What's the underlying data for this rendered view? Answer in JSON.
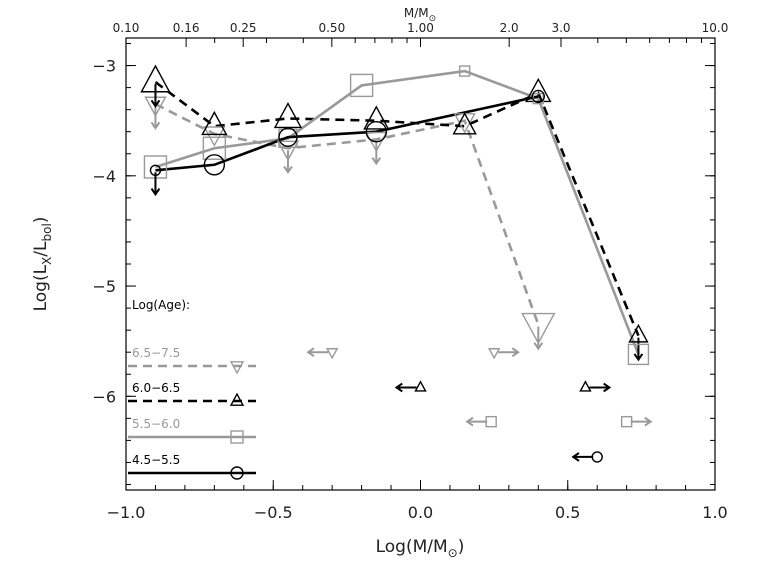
{
  "chart_data": {
    "type": "line",
    "xlabel": "Log(M/M",
    "xlabel_sub": "⊙",
    "xlabel_close": ")",
    "ylabel": "Log(L",
    "ylabel_sub1": "X",
    "ylabel_mid": "/L",
    "ylabel_sub2": "bol",
    "ylabel_close": ")",
    "top_axis_label": "M/M",
    "top_axis_label_sub": "⊙",
    "xlim": [
      -1.0,
      1.0
    ],
    "ylim": [
      -6.85,
      -2.75
    ],
    "x_ticks": [
      {
        "value": -1.0,
        "label": "−1.0"
      },
      {
        "value": -0.5,
        "label": "−0.5"
      },
      {
        "value": 0.0,
        "label": "0.0"
      },
      {
        "value": 0.5,
        "label": "0.5"
      },
      {
        "value": 1.0,
        "label": "1.0"
      }
    ],
    "y_ticks": [
      {
        "value": -3,
        "label": "−3"
      },
      {
        "value": -4,
        "label": "−4"
      },
      {
        "value": -5,
        "label": "−5"
      },
      {
        "value": -6,
        "label": "−6"
      }
    ],
    "top_ticks": [
      {
        "mass": 0.1,
        "label": "0.10"
      },
      {
        "mass": 0.16,
        "label": "0.16"
      },
      {
        "mass": 0.25,
        "label": "0.25"
      },
      {
        "mass": 0.5,
        "label": "0.50"
      },
      {
        "mass": 1.0,
        "label": "1.00"
      },
      {
        "mass": 2.0,
        "label": "2.0"
      },
      {
        "mass": 3.0,
        "label": "3.0"
      },
      {
        "mass": 10.0,
        "label": "10.0"
      }
    ],
    "legend_title": "Log(Age):",
    "series": [
      {
        "name": "6.5−7.5",
        "color": "#999999",
        "dash": true,
        "marker": "triangle-down",
        "points": [
          {
            "x": -0.9,
            "y": -3.35,
            "s": 10,
            "upper": true
          },
          {
            "x": -0.7,
            "y": -3.62,
            "s": 10
          },
          {
            "x": -0.45,
            "y": -3.75,
            "s": 10,
            "upper": true
          },
          {
            "x": -0.15,
            "y": -3.67,
            "s": 10,
            "upper": true
          },
          {
            "x": 0.15,
            "y": -3.5,
            "s": 10
          },
          {
            "x": 0.4,
            "y": -5.35,
            "s": 16,
            "upper": true
          }
        ]
      },
      {
        "name": "6.0−6.5",
        "color": "#000000",
        "dash": true,
        "marker": "triangle-up",
        "points": [
          {
            "x": -0.9,
            "y": -3.15,
            "s": 14,
            "upper": true
          },
          {
            "x": -0.7,
            "y": -3.55,
            "s": 12
          },
          {
            "x": -0.45,
            "y": -3.48,
            "s": 13
          },
          {
            "x": -0.15,
            "y": -3.5,
            "s": 12
          },
          {
            "x": 0.15,
            "y": -3.55,
            "s": 11
          },
          {
            "x": 0.4,
            "y": -3.25,
            "s": 12
          },
          {
            "x": 0.74,
            "y": -5.45,
            "s": 9,
            "upper": true
          }
        ]
      },
      {
        "name": "5.5−6.0",
        "color": "#999999",
        "dash": false,
        "marker": "square",
        "points": [
          {
            "x": -0.9,
            "y": -3.92,
            "s": 11
          },
          {
            "x": -0.7,
            "y": -3.75,
            "s": 11
          },
          {
            "x": -0.45,
            "y": -3.66,
            "s": 9
          },
          {
            "x": -0.2,
            "y": -3.18,
            "s": 11
          },
          {
            "x": 0.15,
            "y": -3.05,
            "s": 5
          },
          {
            "x": 0.4,
            "y": -3.3,
            "s": 5
          },
          {
            "x": 0.74,
            "y": -5.62,
            "s": 10
          }
        ]
      },
      {
        "name": "4.5−5.5",
        "color": "#000000",
        "dash": false,
        "marker": "circle",
        "points": [
          {
            "x": -0.9,
            "y": -3.95,
            "s": 5,
            "upper": true
          },
          {
            "x": -0.7,
            "y": -3.9,
            "s": 10
          },
          {
            "x": -0.45,
            "y": -3.65,
            "s": 9
          },
          {
            "x": -0.15,
            "y": -3.6,
            "s": 10
          },
          {
            "x": 0.4,
            "y": -3.28,
            "s": 6
          }
        ]
      }
    ],
    "mass_limits": [
      {
        "x": -0.3,
        "y": -5.6,
        "series": 0,
        "dir": "left"
      },
      {
        "x": 0.25,
        "y": -5.6,
        "series": 0,
        "dir": "right"
      },
      {
        "x": 0.0,
        "y": -5.92,
        "series": 1,
        "dir": "left"
      },
      {
        "x": 0.56,
        "y": -5.92,
        "series": 1,
        "dir": "right"
      },
      {
        "x": 0.24,
        "y": -6.23,
        "series": 2,
        "dir": "left"
      },
      {
        "x": 0.7,
        "y": -6.23,
        "series": 2,
        "dir": "right"
      },
      {
        "x": 0.6,
        "y": -6.55,
        "series": 3,
        "dir": "left"
      }
    ]
  }
}
